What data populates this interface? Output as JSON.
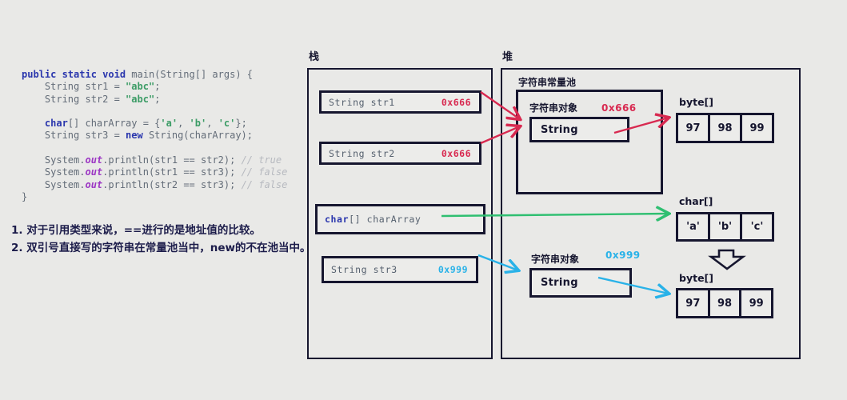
{
  "colors": {
    "background": "#e9e9e7",
    "ink_navy": "#16162f",
    "red": "#d82950",
    "green": "#2fbf71",
    "cyan": "#29b2e8",
    "code_plain": "#636c78",
    "code_keyword": "#2a36ad",
    "code_string": "#3c9c66",
    "code_field": "#9c36c4",
    "code_comment": "#b6b9bf"
  },
  "code": {
    "lines": [
      [
        {
          "t": "public static void ",
          "c": "k"
        },
        {
          "t": "main(String[] args) {",
          "c": "p"
        }
      ],
      [
        {
          "t": "    String str1 = ",
          "c": "p"
        },
        {
          "t": "\"abc\"",
          "c": "s"
        },
        {
          "t": ";",
          "c": "p"
        }
      ],
      [
        {
          "t": "    String str2 = ",
          "c": "p"
        },
        {
          "t": "\"abc\"",
          "c": "s"
        },
        {
          "t": ";",
          "c": "p"
        }
      ],
      [],
      [
        {
          "t": "    ",
          "c": "p"
        },
        {
          "t": "char",
          "c": "k"
        },
        {
          "t": "[] charArray = {",
          "c": "p"
        },
        {
          "t": "'a'",
          "c": "s"
        },
        {
          "t": ", ",
          "c": "p"
        },
        {
          "t": "'b'",
          "c": "s"
        },
        {
          "t": ", ",
          "c": "p"
        },
        {
          "t": "'c'",
          "c": "s"
        },
        {
          "t": "};",
          "c": "p"
        }
      ],
      [
        {
          "t": "    String str3 = ",
          "c": "p"
        },
        {
          "t": "new",
          "c": "k"
        },
        {
          "t": " String(charArray);",
          "c": "p"
        }
      ],
      [],
      [
        {
          "t": "    System.",
          "c": "p"
        },
        {
          "t": "out",
          "c": "o"
        },
        {
          "t": ".println(str1 == str2); ",
          "c": "p"
        },
        {
          "t": "// true",
          "c": "c"
        }
      ],
      [
        {
          "t": "    System.",
          "c": "p"
        },
        {
          "t": "out",
          "c": "o"
        },
        {
          "t": ".println(str1 == str3); ",
          "c": "p"
        },
        {
          "t": "// false",
          "c": "c"
        }
      ],
      [
        {
          "t": "    System.",
          "c": "p"
        },
        {
          "t": "out",
          "c": "o"
        },
        {
          "t": ".println(str2 == str3); ",
          "c": "p"
        },
        {
          "t": "// false",
          "c": "c"
        }
      ],
      [
        {
          "t": "}",
          "c": "p"
        }
      ]
    ]
  },
  "notes": {
    "line1": "1. 对于引用类型来说，==进行的是地址值的比较。",
    "line2": "2. 双引号直接写的字符串在常量池当中，new的不在池当中。"
  },
  "stack": {
    "label": "栈",
    "frames": [
      {
        "decl": "String str1",
        "addr": "0x666"
      },
      {
        "decl": "String str2",
        "addr": "0x666"
      },
      {
        "decl_kw": "char",
        "decl_rest": "[] charArray"
      },
      {
        "decl": "String str3",
        "addr": "0x999"
      }
    ]
  },
  "heap": {
    "label": "堆",
    "pool_label": "字符串常量池",
    "objects": [
      {
        "label": "字符串对象",
        "addr": "0x666",
        "class_name": "String"
      },
      {
        "label": "字符串对象",
        "addr": "0x999",
        "class_name": "String"
      }
    ],
    "arrays": [
      {
        "label": "byte[]",
        "cells": [
          "97",
          "98",
          "99"
        ]
      },
      {
        "label": "char[]",
        "cells": [
          "'a'",
          "'b'",
          "'c'"
        ]
      },
      {
        "label": "byte[]",
        "cells": [
          "97",
          "98",
          "99"
        ]
      }
    ]
  }
}
